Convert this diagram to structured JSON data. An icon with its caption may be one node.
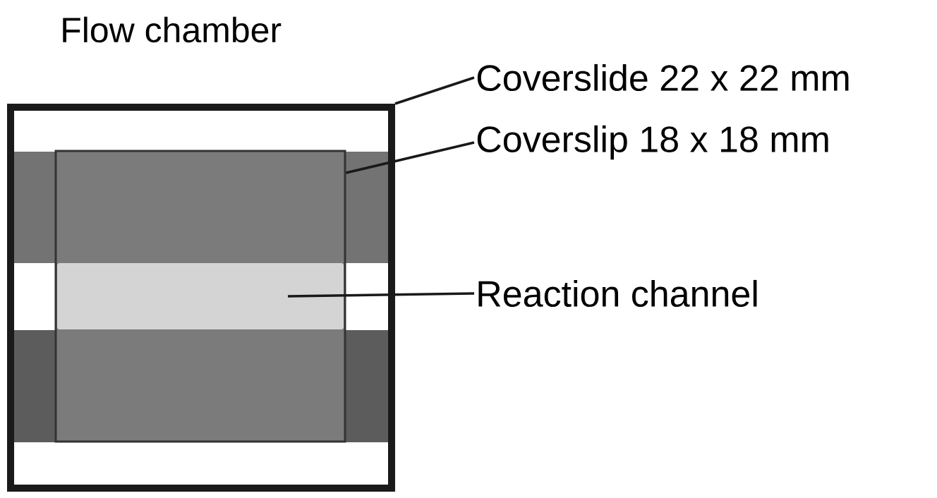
{
  "diagram": {
    "title": "Flow chamber",
    "nodes": [
      {
        "text": [
          "Coverslide 22 x 22 mm"
        ]
      },
      {
        "text": [],
        "shape": "box"
      },
      {
        "text": [
          "Coverslip 18 x 18 mm"
        ]
      },
      {
        "text": [],
        "shape": "box",
        "in": 1
      },
      {
        "text": [
          "Reaction channel"
        ]
      },
      {
        "text": [],
        "shape": "bar",
        "in": 3
      }
    ],
    "edges": [
      {
        "from": 0,
        "to": 1,
        "arrow": "none"
      },
      {
        "from": 2,
        "to": 3,
        "arrow": "none"
      },
      {
        "from": 4,
        "to": 5,
        "arrow": "none"
      }
    ]
  }
}
